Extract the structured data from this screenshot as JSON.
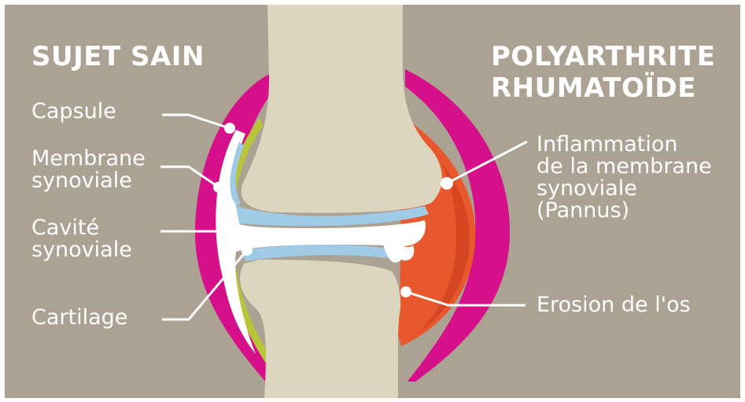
{
  "colors": {
    "background": "#aca293",
    "bone": "#ddd6bf",
    "capsule": "#d60f8a",
    "membrane": "#b8c43a",
    "cartilage": "#9fcbe6",
    "cavity": "#ffffff",
    "pannus": "#e8582c",
    "text": "#ffffff"
  },
  "left": {
    "heading": "SUJET SAIN",
    "labels": {
      "capsule": "Capsule",
      "membrane": "Membrane\nsynoviale",
      "cavity": "Cavité\nsynoviale",
      "cartilage": "Cartilage"
    }
  },
  "right": {
    "heading": "POLYARTHRITE\nRHUMATOÏDE",
    "labels": {
      "inflammation": "Inflammation\nde la membrane\nsynoviale\n(Pannus)",
      "erosion": "Erosion de l'os"
    }
  }
}
